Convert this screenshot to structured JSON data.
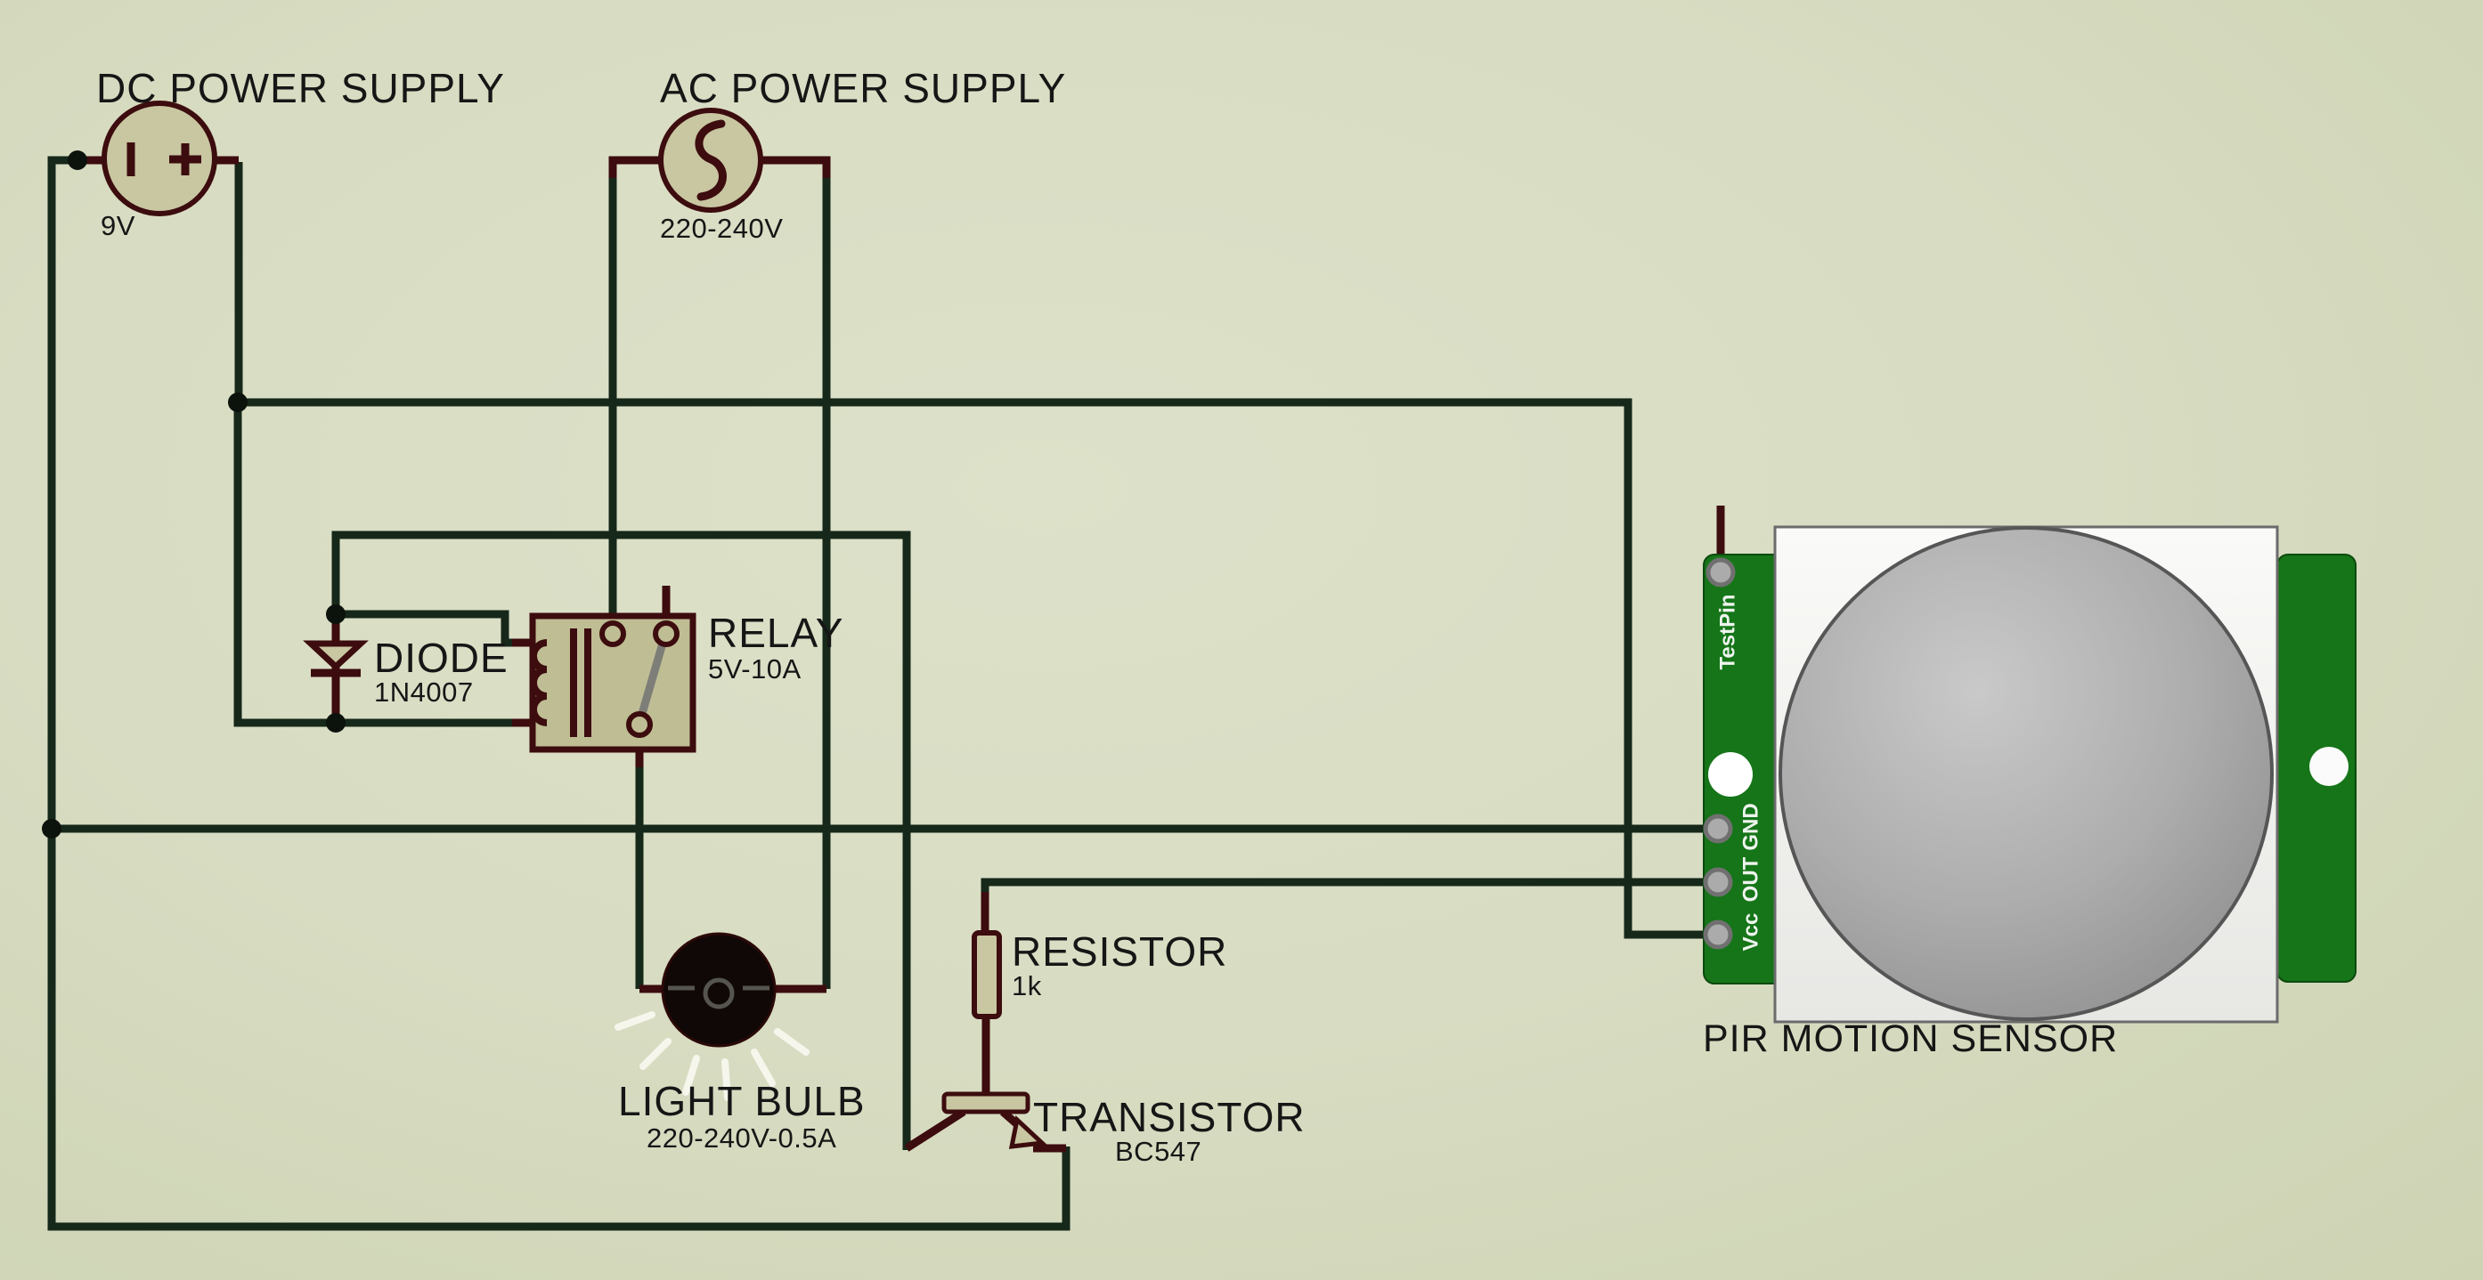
{
  "components": {
    "dc_supply": {
      "name": "DC POWER SUPPLY",
      "value": "9V"
    },
    "ac_supply": {
      "name": "AC POWER SUPPLY",
      "value": "220-240V"
    },
    "diode": {
      "name": "DIODE",
      "value": "1N4007"
    },
    "relay": {
      "name": "RELAY",
      "value": "5V-10A"
    },
    "light_bulb": {
      "name": "LIGHT BULB",
      "value": "220-240V-0.5A"
    },
    "resistor": {
      "name": "RESISTOR",
      "value": "1k"
    },
    "transistor": {
      "name": "TRANSISTOR",
      "value": "BC547"
    },
    "pir_sensor": {
      "name": "PIR MOTION SENSOR",
      "pins": [
        "TestPin",
        "GND",
        "OUT",
        "Vcc"
      ]
    }
  },
  "colors": {
    "background": "#d8dcc2",
    "wire_green": "#16281a",
    "wire_maroon": "#3c0c0e",
    "component_fill": "#c9c6a2",
    "relay_fill": "#bfbd94",
    "pcb_green": "#157518",
    "dome_gray": "#ababab",
    "junction_black": "#0c120c",
    "bulb_black": "#100806"
  }
}
